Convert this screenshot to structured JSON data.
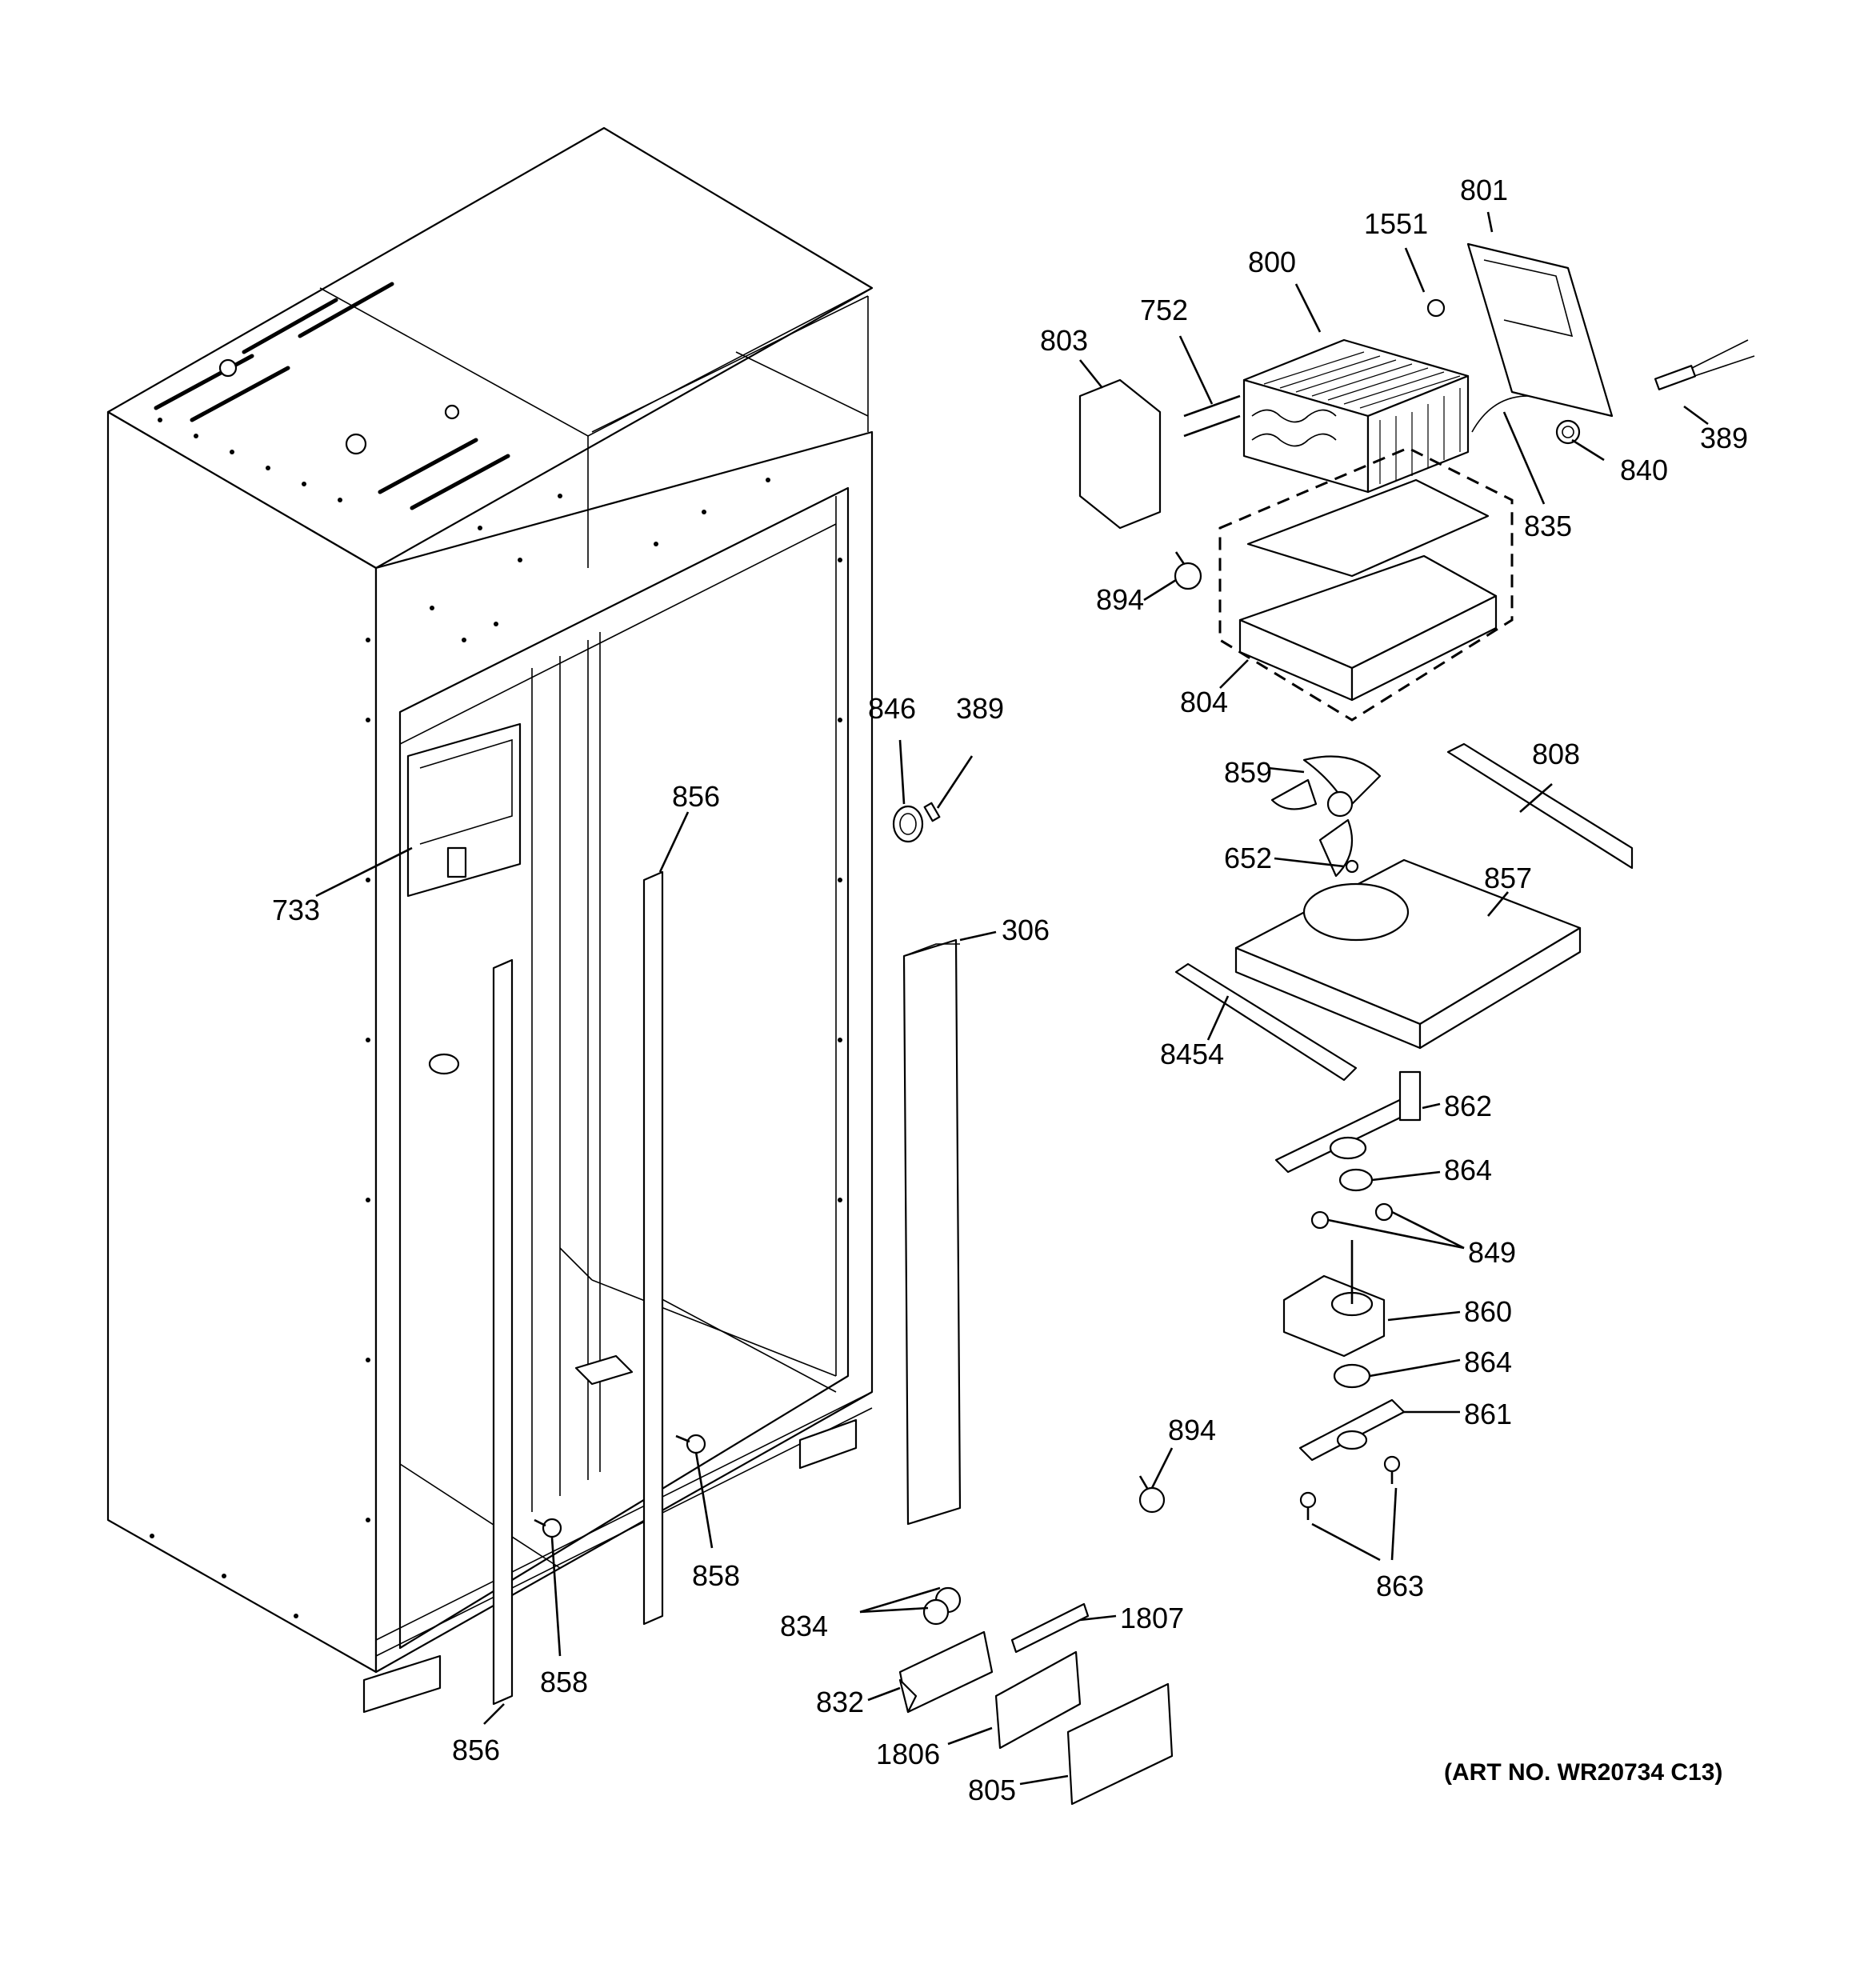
{
  "callouts": {
    "c800": "800",
    "c801": "801",
    "c1551": "1551",
    "c752": "752",
    "c803": "803",
    "c389a": "389",
    "c840": "840",
    "c835": "835",
    "c894a": "894",
    "c804": "804",
    "c846": "846",
    "c389b": "389",
    "c856a": "856",
    "c733": "733",
    "c306": "306",
    "c859": "859",
    "c808": "808",
    "c652": "652",
    "c857": "857",
    "c8454": "8454",
    "c862": "862",
    "c864a": "864",
    "c849": "849",
    "c860": "860",
    "c864b": "864",
    "c861": "861",
    "c894b": "894",
    "c858a": "858",
    "c863": "863",
    "c834": "834",
    "c1807": "1807",
    "c858b": "858",
    "c832": "832",
    "c1806": "1806",
    "c805": "805",
    "c856b": "856"
  },
  "art_number": "(ART NO. WR20734 C13)",
  "icons": [
    "cabinet-case",
    "evaporator-coil",
    "fan-blade",
    "fan-motor",
    "screw",
    "thermistor",
    "bracket"
  ]
}
